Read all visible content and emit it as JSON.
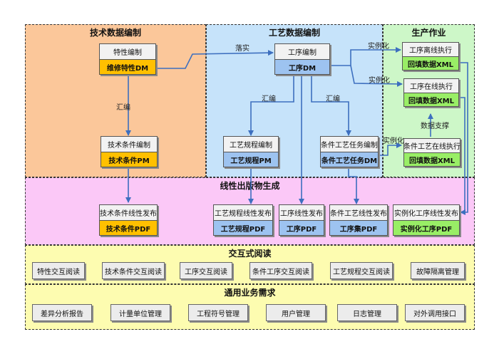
{
  "regions": {
    "tech": "技术数据编制",
    "process": "工艺数据编制",
    "production": "生产作业",
    "output": "线性出版物生成",
    "interactive": "交互式阅读",
    "common": "通用业务需求"
  },
  "boxes": {
    "feature": {
      "top": "特性编制",
      "bottom": "维修特性DM"
    },
    "tech_cond": {
      "top": "技术条件编制",
      "bottom": "技术条件PM"
    },
    "proc_edit": {
      "top": "工序编制",
      "bottom": "工序DM"
    },
    "proc_spec": {
      "top": "工艺规程编制",
      "bottom": "工艺规程PM"
    },
    "cond_task": {
      "top": "条件工艺任务编制",
      "bottom": "条件工艺任务DM"
    },
    "offline": {
      "top": "工序离线执行",
      "bottom": "回填数据XML"
    },
    "online": {
      "top": "工序在线执行",
      "bottom": "回填数据XML"
    },
    "cond_online": {
      "top": "条件工艺在线执行",
      "bottom": "回填数据XML"
    },
    "pub_tech": {
      "top": "技术条件线性发布",
      "bottom": "技术条件PDF"
    },
    "pub_spec": {
      "top": "工艺规程线性发布",
      "bottom": "工艺规程PDF"
    },
    "pub_proc": {
      "top": "工序线性发布",
      "bottom": "工序PDF"
    },
    "pub_cond": {
      "top": "条件工艺线性发布",
      "bottom": "工序集PDF"
    },
    "pub_inst": {
      "top": "实例化工序线性发布",
      "bottom": "实例化工序PDF"
    }
  },
  "labels": {
    "luoshi": "落实",
    "instantiate1": "实例化",
    "instantiate2": "实例化",
    "instantiate3": "实例化",
    "huibian1": "汇编",
    "huibian2": "汇编",
    "huibian3": "汇编",
    "data_support": "数据支撑"
  },
  "interactive_items": [
    "特性交互阅读",
    "技术条件交互阅读",
    "工序交互阅读",
    "条件工序交互阅读",
    "工艺规程交互阅读",
    "故障隔离管理"
  ],
  "common_items": [
    "差异分析报告",
    "计量单位管理",
    "工程符号管理",
    "用户管理",
    "日志管理",
    "对外调用接口"
  ]
}
